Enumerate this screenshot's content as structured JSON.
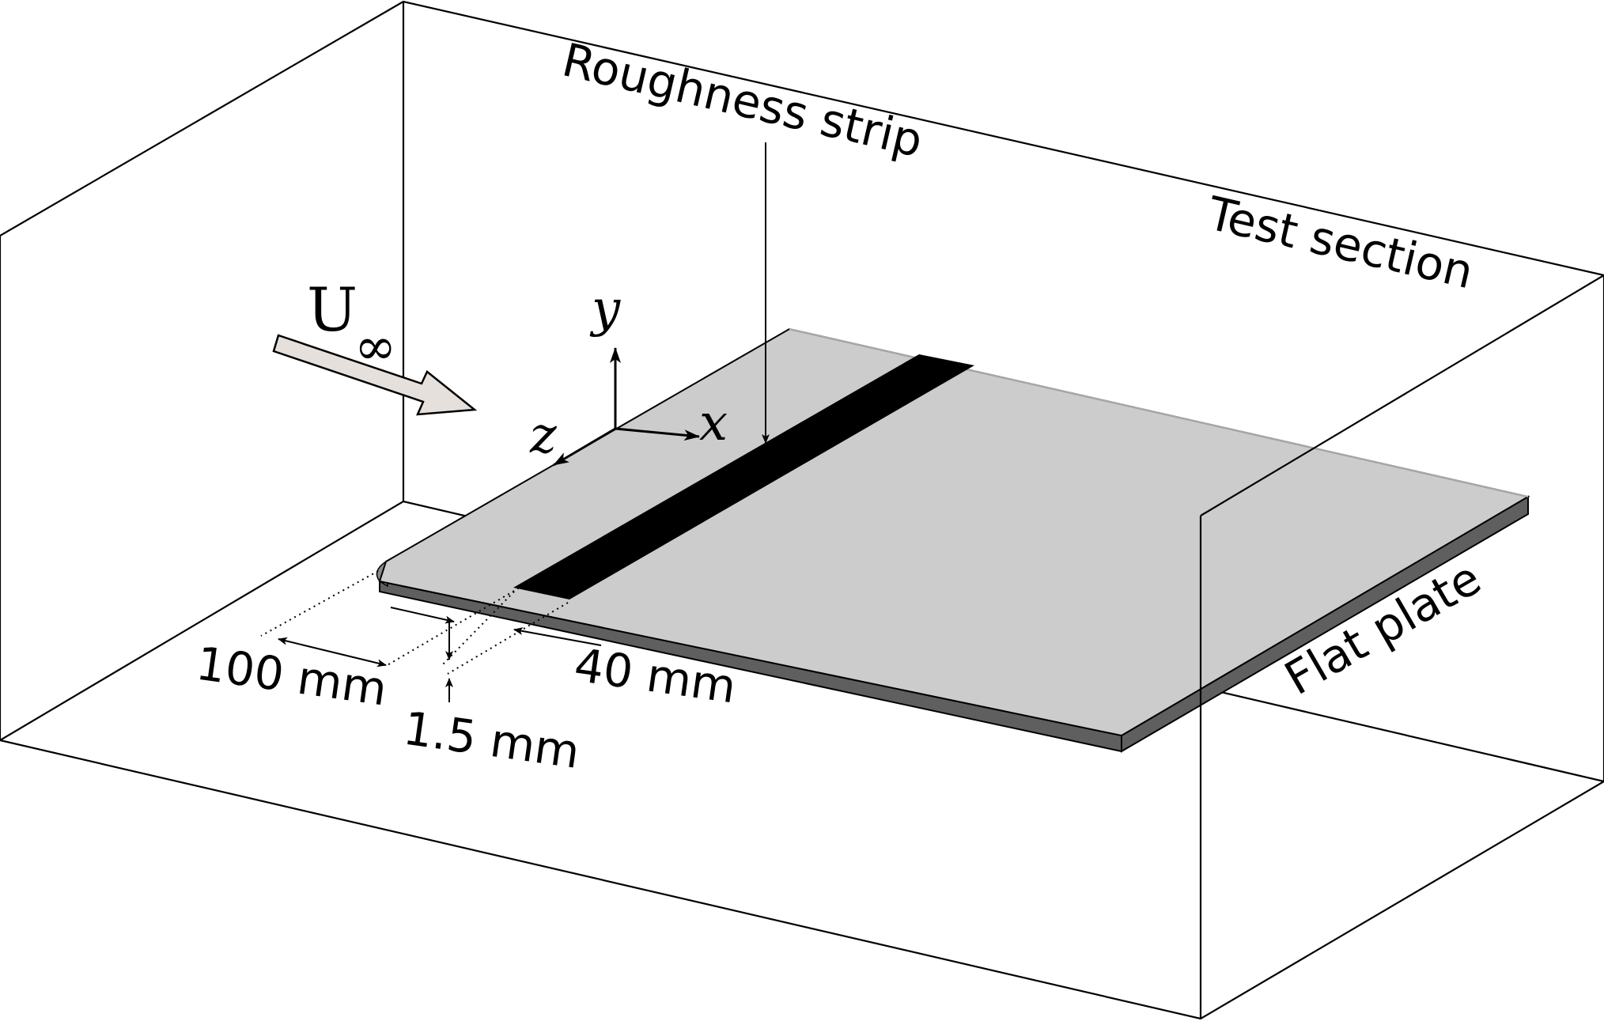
{
  "labels": {
    "roughness_strip": "Roughness strip",
    "test_section": "Test section",
    "flat_plate": "Flat plate",
    "freestream_U": "U",
    "freestream_sub": "∞",
    "axis_x": "x",
    "axis_y": "y",
    "axis_z": "z",
    "dim_100": "100 mm",
    "dim_40": "40 mm",
    "dim_1_5": "1.5 mm"
  },
  "colors": {
    "plate_top": "#cccccc",
    "plate_edge": "#5f5f5f",
    "strip": "#000000",
    "flow_arrow_fill": "#e6e0dc",
    "box_edges": "#000000"
  }
}
